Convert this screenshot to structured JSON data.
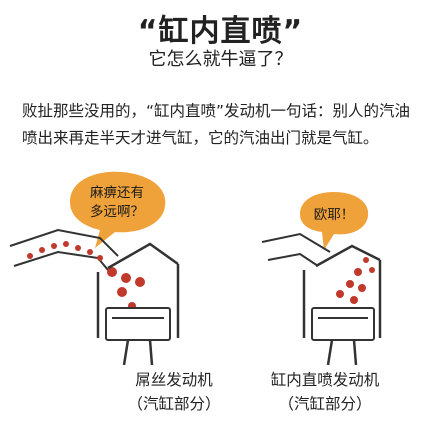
{
  "header": {
    "title": "“缸内直喷”",
    "subtitle": "它怎么就牛逼了？"
  },
  "body": {
    "line1": "败扯那些没用的，“缸内直喷”发动机一句话：别人的汽油",
    "line2": "喷出来再走半天才进气缸，它的汽油出门就是气缸。"
  },
  "diagram": {
    "left_bubble": {
      "line1": "麻痹还有",
      "line2": "多远啊？"
    },
    "right_bubble": {
      "text": "欧耶！"
    },
    "left_caption": {
      "line1": "屌丝发动机",
      "line2": "（汽缸部分）"
    },
    "right_caption": {
      "line1": "缸内直喷发动机",
      "line2": "（汽缸部分）"
    },
    "colors": {
      "bubble": "#f0a23a",
      "fuel": "#c0392b",
      "outline": "#333333"
    }
  }
}
